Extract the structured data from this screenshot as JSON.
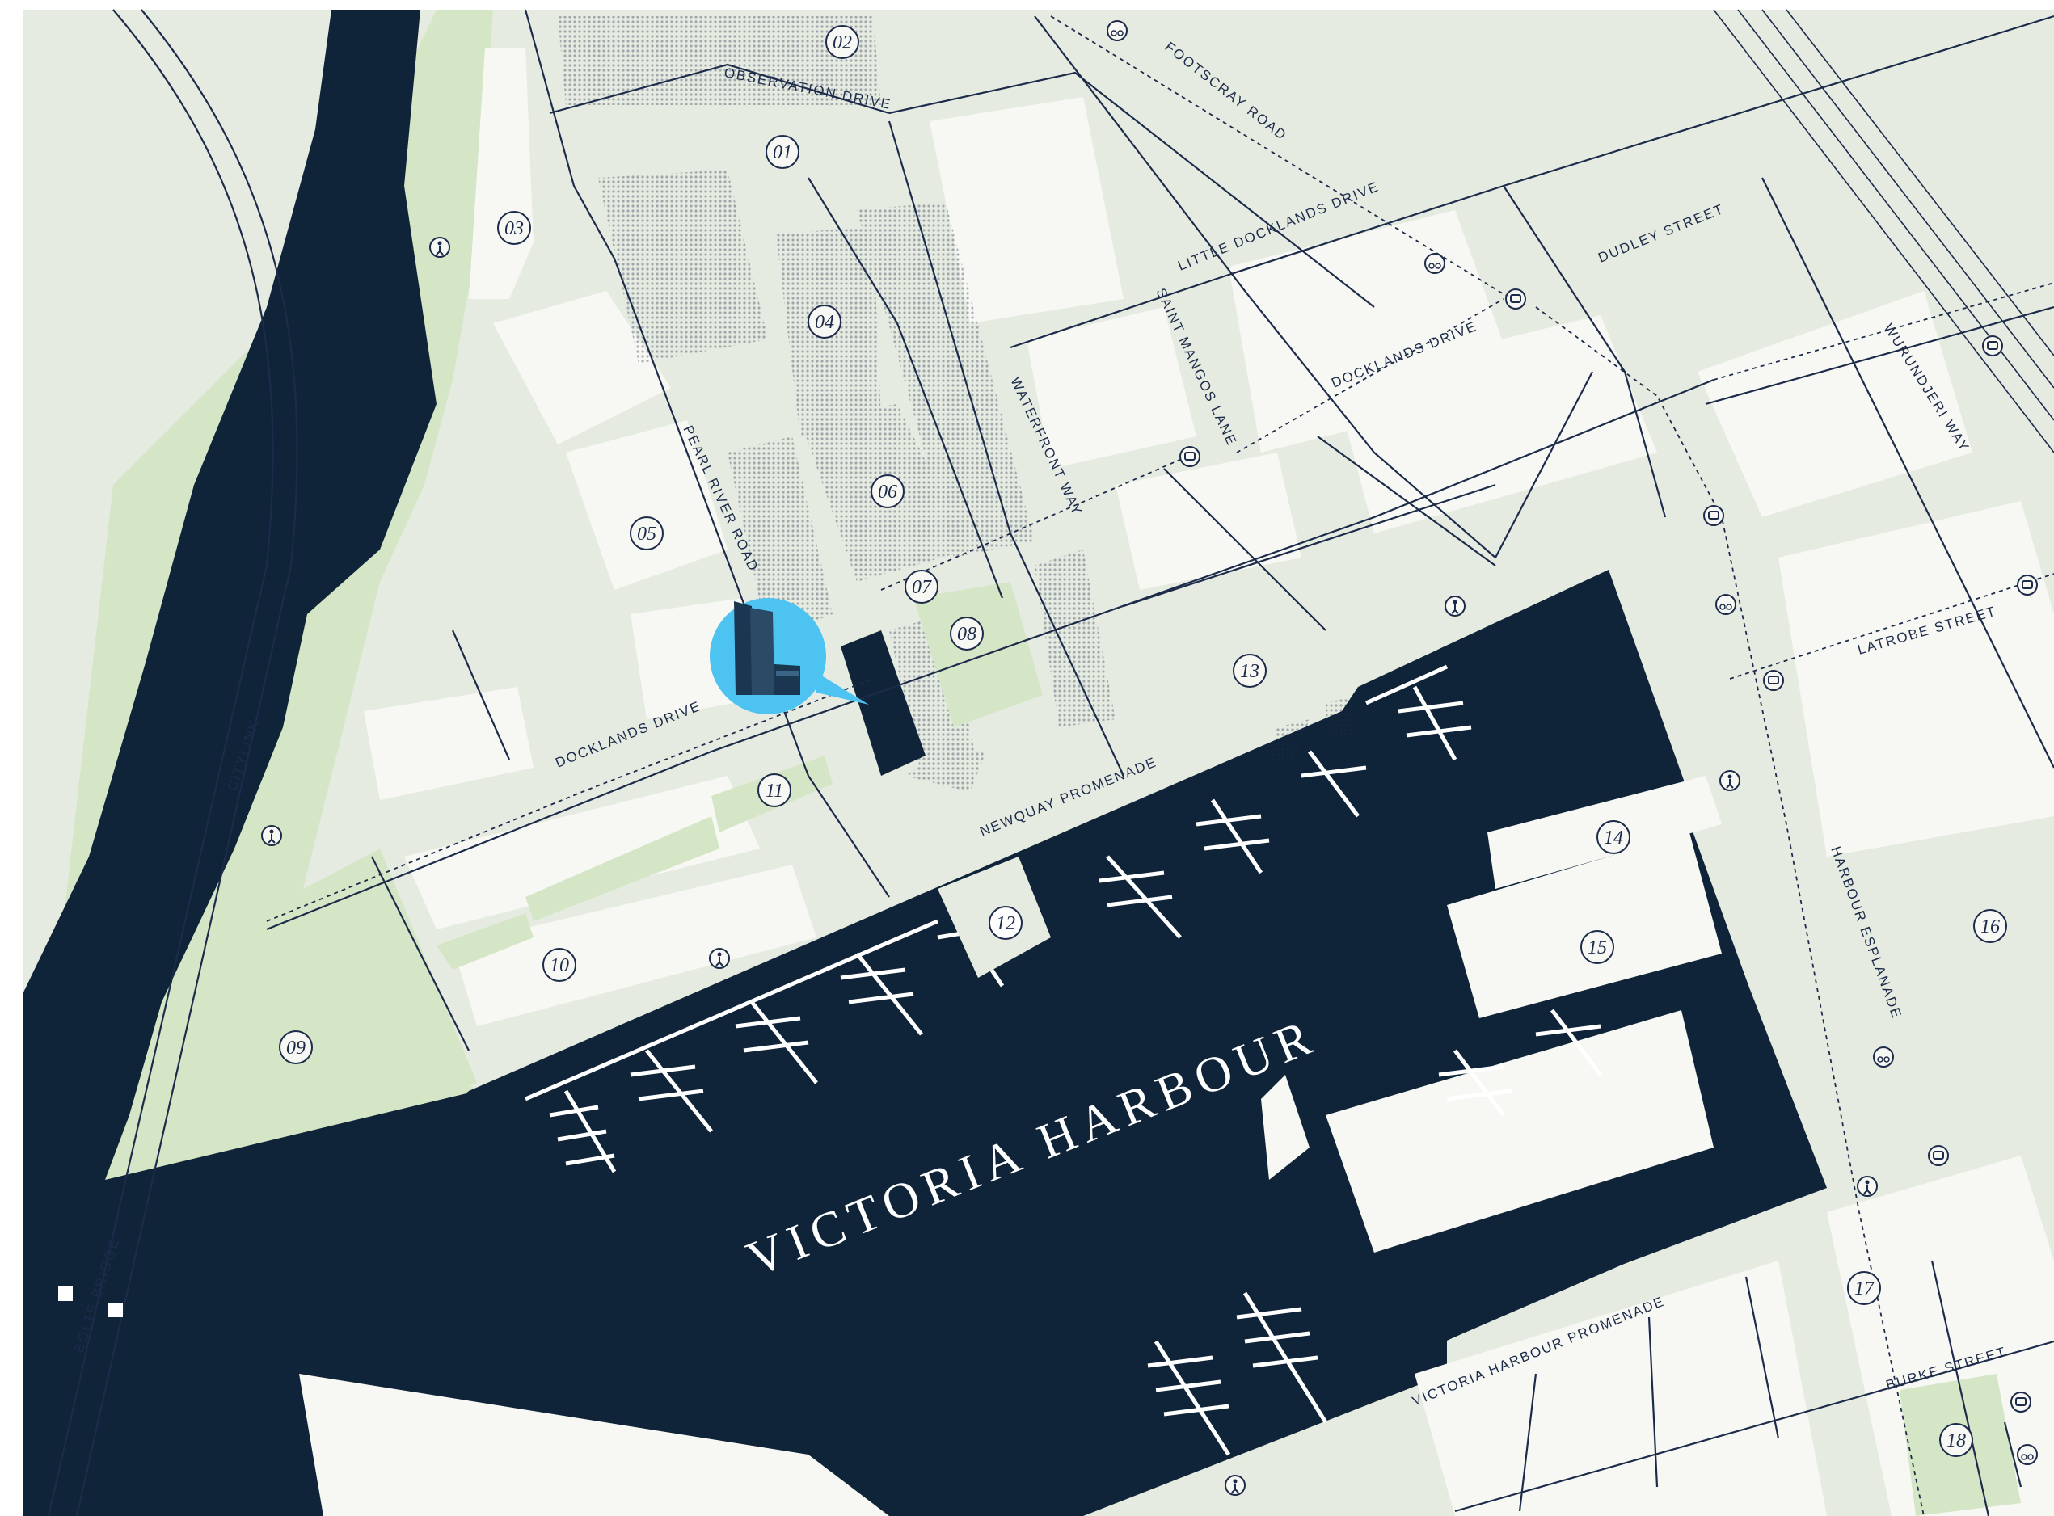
{
  "colors": {
    "land": "#e6ebe1",
    "block": "#f7f8f3",
    "park": "#d4e6c6",
    "water": "#0f2438",
    "road_line": "#1d2b4a",
    "marker": "#4cc3f0"
  },
  "water_label": "VICTORIA HARBOUR",
  "streets": {
    "observation_drive": "OBSERVATION DRIVE",
    "footscray_road": "FOOTSCRAY ROAD",
    "little_docklands_drive": "LITTLE DOCKLANDS DRIVE",
    "dudley_street": "DUDLEY STREET",
    "docklands_drive_east": "DOCKLANDS DRIVE",
    "docklands_drive_west": "DOCKLANDS DRIVE",
    "wurundjeri_way": "WURUNDJERI WAY",
    "saint_mangos_lane": "SAINT MANGOS LANE",
    "waterfront_way": "WATERFRONT WAY",
    "pearl_river_road": "PEARL RIVER ROAD",
    "latrobe_street": "LATROBE STREET",
    "newquay_promenade": "NEWQUAY PROMENADE",
    "harbour_esplanade": "HARBOUR ESPLANADE",
    "citylink": "CITYLINK",
    "bolte_bridge": "BOLTE BRIDGE",
    "victoria_harbour_promenade": "VICTORIA HARBOUR PROMENADE",
    "burke_street": "BURKE STREET"
  },
  "locations": [
    {
      "label": "01"
    },
    {
      "label": "02"
    },
    {
      "label": "03"
    },
    {
      "label": "04"
    },
    {
      "label": "05"
    },
    {
      "label": "06"
    },
    {
      "label": "07"
    },
    {
      "label": "08"
    },
    {
      "label": "09"
    },
    {
      "label": "10"
    },
    {
      "label": "11"
    },
    {
      "label": "12"
    },
    {
      "label": "13"
    },
    {
      "label": "14"
    },
    {
      "label": "15"
    },
    {
      "label": "16"
    },
    {
      "label": "17"
    },
    {
      "label": "18"
    }
  ],
  "icons": {
    "tram": "tram-stop-icon",
    "pedestrian": "pedestrian-icon",
    "bicycle": "bicycle-icon",
    "building_marker": "building-marker-icon"
  }
}
